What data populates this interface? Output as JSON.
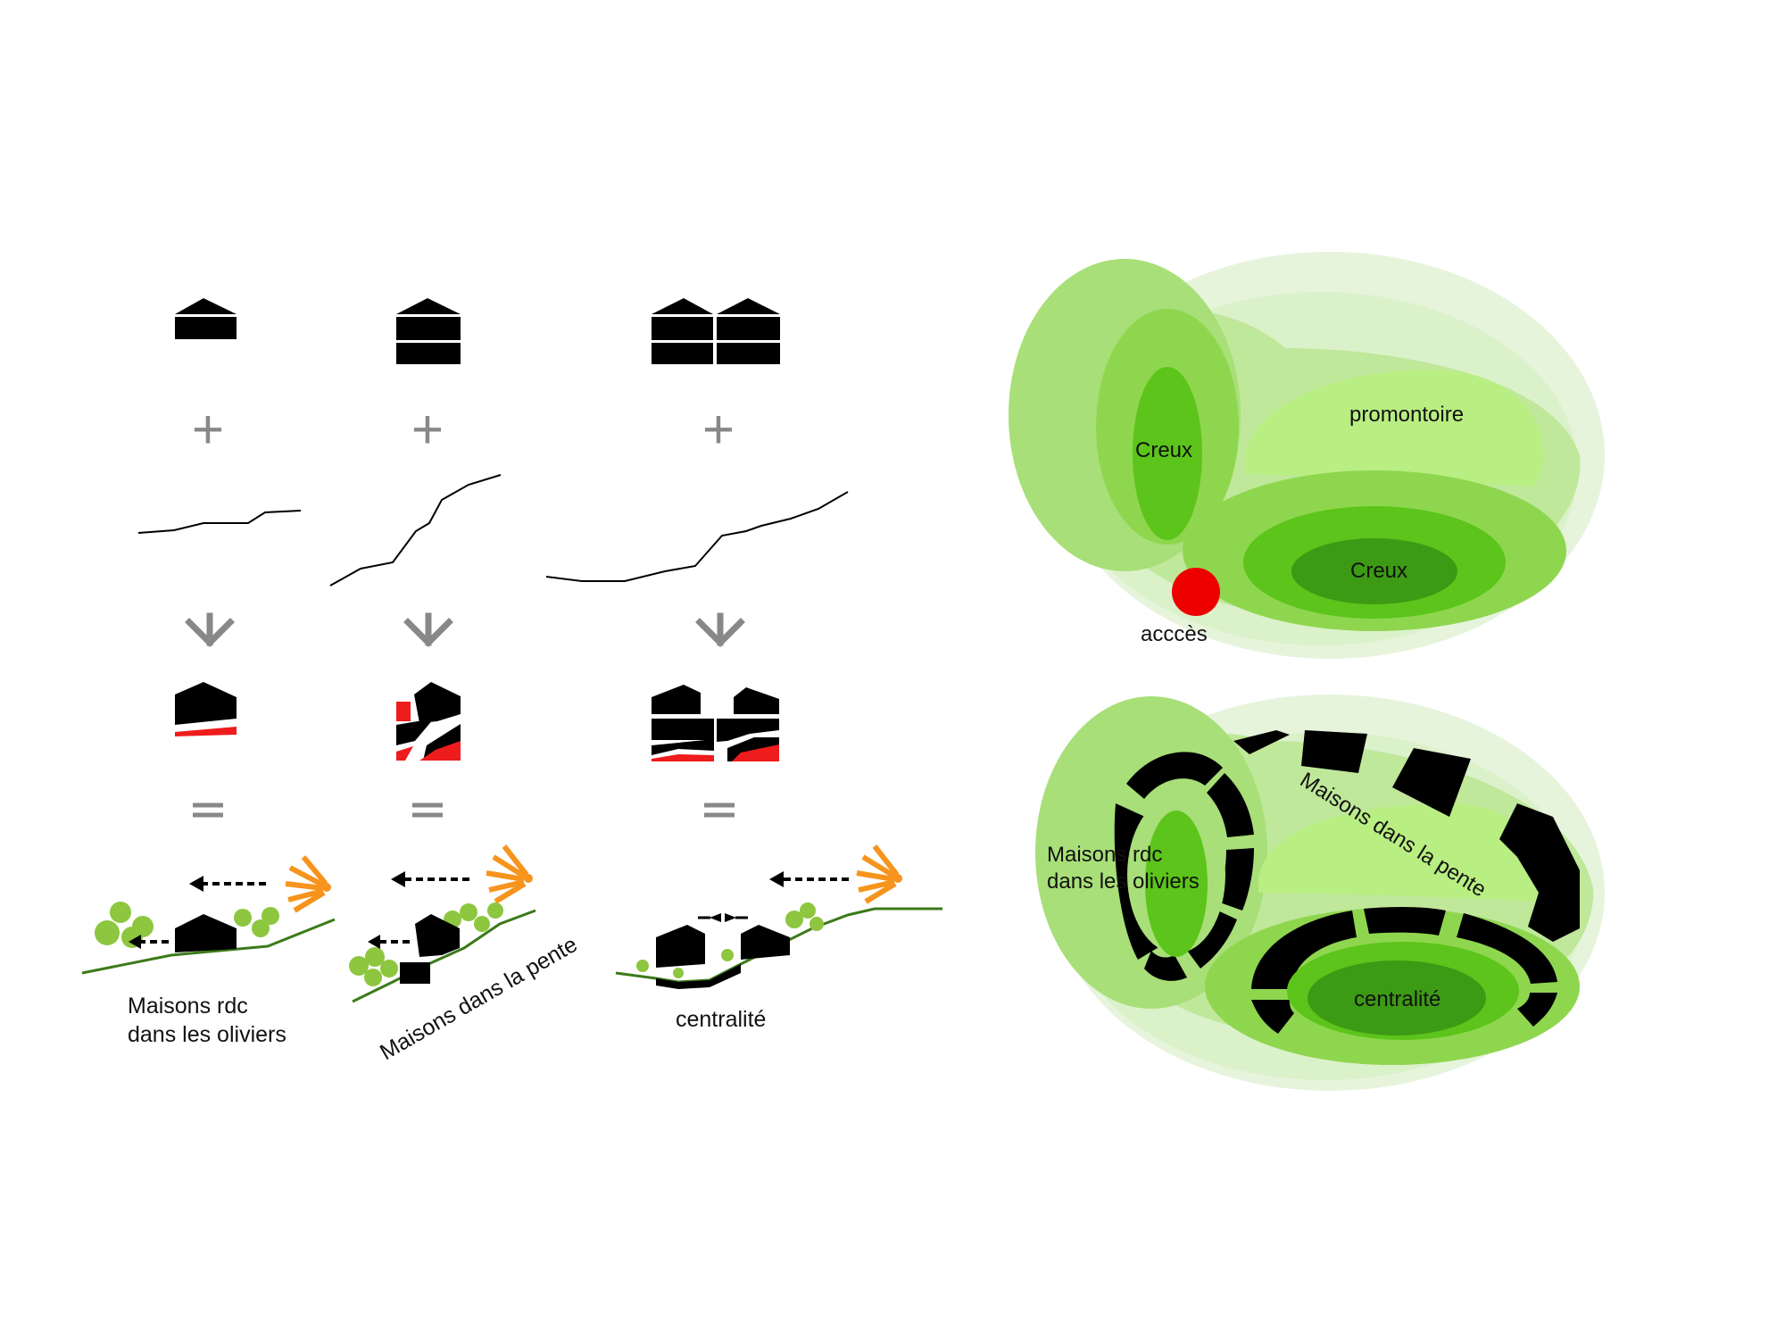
{
  "columns": [
    {
      "operator_plus": "+",
      "operator_arrow": "↓",
      "operator_equals": "=",
      "caption_line1": "Maisons rdc",
      "caption_line2": "dans les oliviers"
    },
    {
      "operator_plus": "+",
      "operator_arrow": "↓",
      "operator_equals": "=",
      "caption_line1": "Maisons dans la pente",
      "caption_line2": ""
    },
    {
      "operator_plus": "+",
      "operator_arrow": "↓",
      "operator_equals": "=",
      "caption_line1": "centralité",
      "caption_line2": ""
    }
  ],
  "site_diagram": {
    "creux_left": "Creux",
    "promontoire": "promontoire",
    "creux_right": "Creux",
    "acces": "acccès"
  },
  "housing_diagram": {
    "maisons_rdc_line1": "Maisons rdc",
    "maisons_rdc_line2": "dans les oliviers",
    "maisons_pente": "Maisons dans la pente",
    "centralite": "centralité"
  },
  "colors": {
    "building": "#000000",
    "cut": "#ee1c1c",
    "sun": "#f7941d",
    "tree": "#8dc63f",
    "ground": "#3c7a1a",
    "operator": "#888888",
    "green_pale": "#e6f4dc",
    "green_light": "#bfe89a",
    "green_mid": "#8fd64f",
    "green_bright": "#5cc41a",
    "green_dark": "#3d9a14",
    "green_promontoire": "#b8ee82",
    "acces_dot": "#ee0000"
  }
}
